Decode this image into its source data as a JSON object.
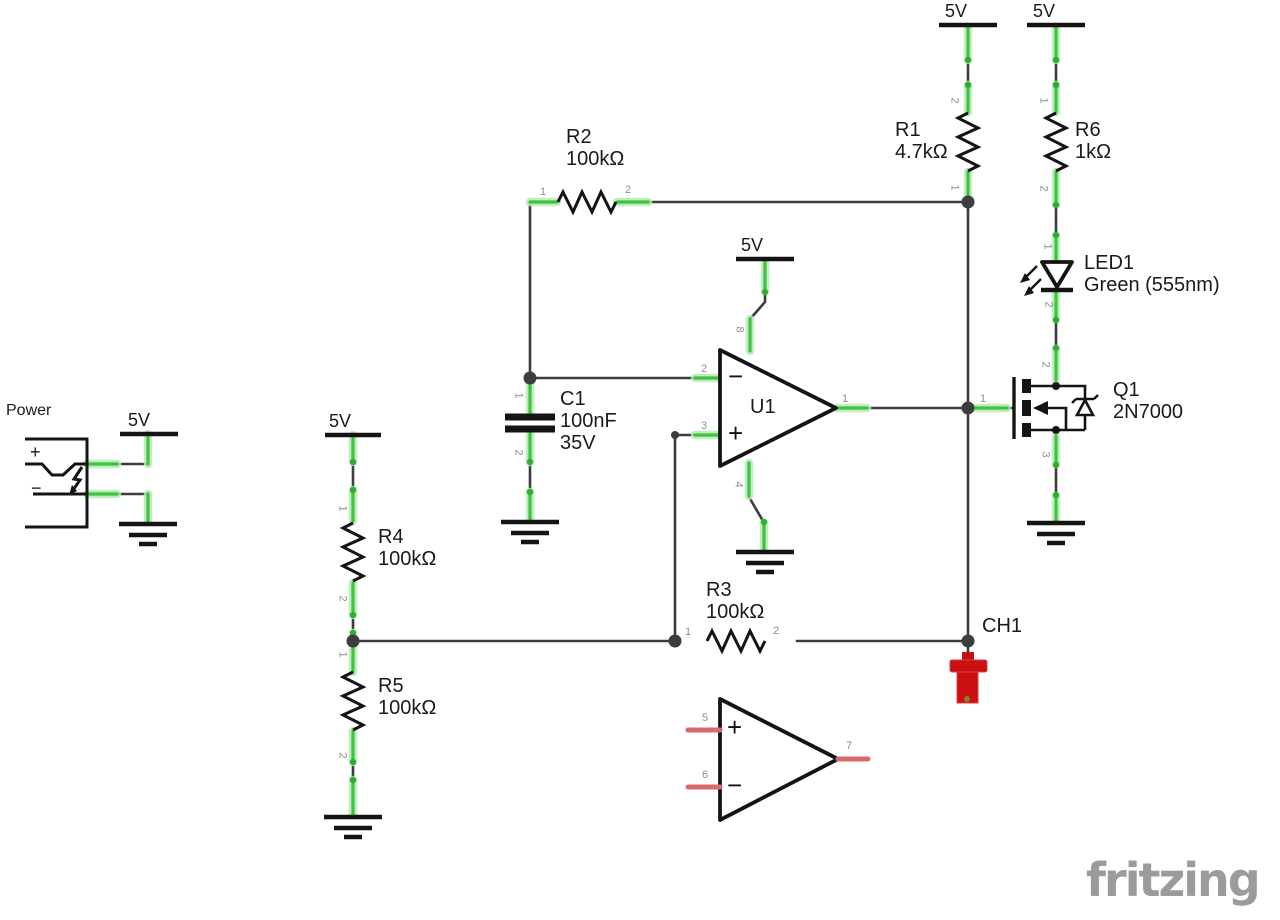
{
  "app": {
    "watermark": "fritzing"
  },
  "colors": {
    "wire_dark": "#3d3d3d",
    "lead_green": "#3dc33d",
    "lead_glow": "#b7e9b7",
    "unrouted_red": "#d96a6a",
    "probe_red": "#c90f0f",
    "component_black": "#141414",
    "pin_label_gray": "#8e8e8e",
    "watermark_gray": "#9b9b9b"
  },
  "labels": {
    "power": {
      "name": "Power",
      "plus": "+",
      "minus": "−",
      "rail": "5V"
    },
    "rails": {
      "r4": "5V",
      "u1": "5V",
      "r1": "5V",
      "r6": "5V"
    },
    "r1": {
      "name": "R1",
      "value": "4.7kΩ",
      "pins": [
        "2",
        "1"
      ]
    },
    "r2": {
      "name": "R2",
      "value": "100kΩ",
      "pins": [
        "1",
        "2"
      ]
    },
    "r3": {
      "name": "R3",
      "value": "100kΩ",
      "pins": [
        "1",
        "2"
      ]
    },
    "r4": {
      "name": "R4",
      "value": "100kΩ",
      "pins": [
        "1",
        "2"
      ]
    },
    "r5": {
      "name": "R5",
      "value": "100kΩ",
      "pins": [
        "1",
        "2"
      ]
    },
    "r6": {
      "name": "R6",
      "value": "1kΩ",
      "pins": [
        "1",
        "2"
      ]
    },
    "c1": {
      "name": "C1",
      "value": "100nF",
      "voltage": "35V",
      "pins": [
        "1",
        "2"
      ]
    },
    "u1": {
      "name": "U1",
      "plus": "+",
      "minus": "−",
      "pins": {
        "inverting": "2",
        "noninverting": "3",
        "vcc": "8",
        "vee": "4",
        "output": "1"
      }
    },
    "u1b": {
      "plus": "+",
      "minus": "−",
      "pins": {
        "noninverting": "5",
        "inverting": "6",
        "output": "7"
      }
    },
    "led1": {
      "name": "LED1",
      "value": "Green (555nm)",
      "pins": [
        "1",
        "2"
      ]
    },
    "q1": {
      "name": "Q1",
      "value": "2N7000",
      "pins": {
        "gate": "1",
        "drain": "2",
        "source": "3"
      }
    },
    "ch1": {
      "name": "CH1"
    }
  }
}
